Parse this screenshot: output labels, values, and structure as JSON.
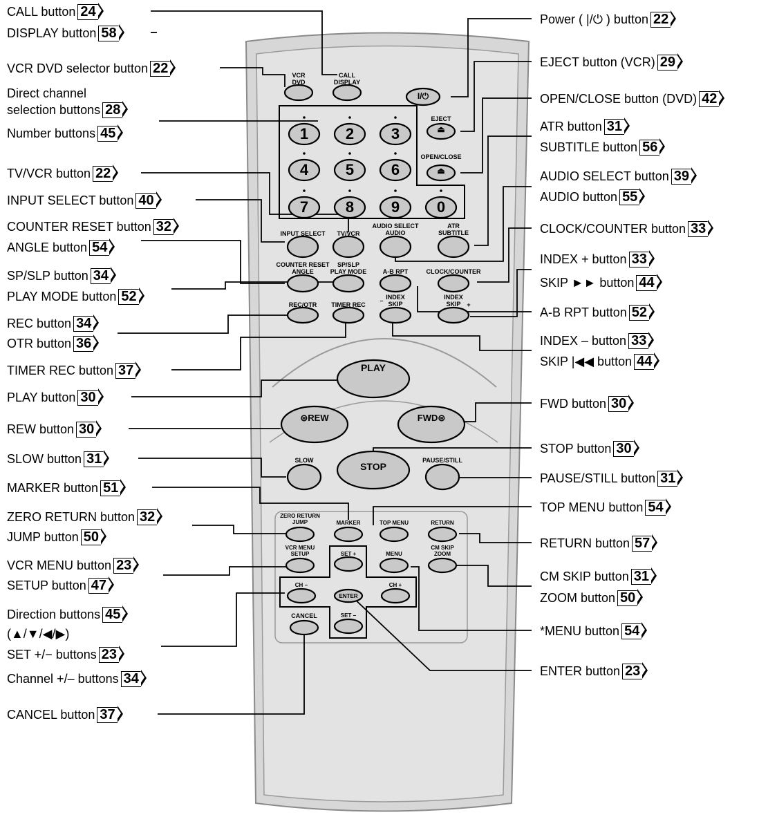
{
  "labels_left": [
    {
      "id": "call",
      "text": "CALL button",
      "page": "24"
    },
    {
      "id": "display",
      "text": "DISPLAY button",
      "page": "58"
    },
    {
      "id": "vcrdvd",
      "text": "VCR DVD selector button",
      "page": "22"
    },
    {
      "id": "direct1",
      "text": "Direct channel",
      "page": ""
    },
    {
      "id": "direct2",
      "text": "selection buttons",
      "page": "28"
    },
    {
      "id": "number",
      "text": "Number buttons",
      "page": "45"
    },
    {
      "id": "tvvcr",
      "text": "TV/VCR button",
      "page": "22"
    },
    {
      "id": "inputsel",
      "text": "INPUT SELECT button",
      "page": "40"
    },
    {
      "id": "counterreset",
      "text": "COUNTER RESET button",
      "page": "32"
    },
    {
      "id": "angle",
      "text": "ANGLE button",
      "page": "54"
    },
    {
      "id": "spslp",
      "text": "SP/SLP button",
      "page": "34"
    },
    {
      "id": "playmode",
      "text": "PLAY MODE button",
      "page": "52"
    },
    {
      "id": "rec",
      "text": "REC button",
      "page": "34"
    },
    {
      "id": "otr",
      "text": "OTR button",
      "page": "36"
    },
    {
      "id": "timerrec",
      "text": "TIMER REC button",
      "page": "37"
    },
    {
      "id": "play",
      "text": "PLAY button",
      "page": "30"
    },
    {
      "id": "rew",
      "text": "REW button",
      "page": "30"
    },
    {
      "id": "slow",
      "text": "SLOW button",
      "page": "31"
    },
    {
      "id": "marker",
      "text": "MARKER button",
      "page": "51"
    },
    {
      "id": "zeroreturn",
      "text": "ZERO RETURN button",
      "page": "32"
    },
    {
      "id": "jump",
      "text": "JUMP button",
      "page": "50"
    },
    {
      "id": "vcrmenu",
      "text": "VCR MENU button",
      "page": "23"
    },
    {
      "id": "setup",
      "text": "SETUP button",
      "page": "47"
    },
    {
      "id": "direction1",
      "text": "Direction buttons",
      "page": "45"
    },
    {
      "id": "direction2",
      "text": "(▲/▼/◀/▶)",
      "page": ""
    },
    {
      "id": "setpm",
      "text": "SET +/− buttons",
      "page": "23"
    },
    {
      "id": "channel",
      "text": "Channel +/– buttons",
      "page": "34"
    },
    {
      "id": "cancel",
      "text": "CANCEL button",
      "page": "37"
    }
  ],
  "labels_right": [
    {
      "id": "power",
      "text": "Power ( |/⏻ ) button",
      "page": "22"
    },
    {
      "id": "ejectvcr",
      "text": "EJECT button (VCR)",
      "page": "29"
    },
    {
      "id": "openclose",
      "text": "OPEN/CLOSE button (DVD)",
      "page": "42"
    },
    {
      "id": "atr",
      "text": "ATR button",
      "page": "31"
    },
    {
      "id": "subtitle",
      "text": "SUBTITLE button",
      "page": "56"
    },
    {
      "id": "audiosel",
      "text": "AUDIO SELECT button",
      "page": "39"
    },
    {
      "id": "audio",
      "text": "AUDIO button",
      "page": "55"
    },
    {
      "id": "clockcounter",
      "text": "CLOCK/COUNTER button",
      "page": "33"
    },
    {
      "id": "indexplus",
      "text": "INDEX + button",
      "page": "33"
    },
    {
      "id": "skipfwd",
      "text": "SKIP ►► button",
      "page": "44"
    },
    {
      "id": "abrpt",
      "text": "A-B RPT button",
      "page": "52"
    },
    {
      "id": "indexminus",
      "text": "INDEX – button",
      "page": "33"
    },
    {
      "id": "skipback",
      "text": "SKIP |◀◀ button",
      "page": "44"
    },
    {
      "id": "fwd",
      "text": "FWD button",
      "page": "30"
    },
    {
      "id": "stop",
      "text": "STOP button",
      "page": "30"
    },
    {
      "id": "pausestill",
      "text": "PAUSE/STILL button",
      "page": "31"
    },
    {
      "id": "topmenu",
      "text": "TOP MENU button",
      "page": "54"
    },
    {
      "id": "return",
      "text": "RETURN button",
      "page": "57"
    },
    {
      "id": "cmskip",
      "text": "CM SKIP button",
      "page": "31"
    },
    {
      "id": "zoom",
      "text": "ZOOM button",
      "page": "50"
    },
    {
      "id": "menu",
      "text": "*MENU button",
      "page": "54"
    },
    {
      "id": "enter",
      "text": "ENTER button",
      "page": "23"
    }
  ],
  "remote": {
    "vcrdvd": "VCR\nDVD",
    "calldisplay": "CALL\nDISPLAY",
    "power": "I/⏻",
    "eject": "EJECT",
    "openclose": "OPEN/CLOSE",
    "eject_glyph": "⏏",
    "numbers": [
      "1",
      "2",
      "3",
      "4",
      "5",
      "6",
      "7",
      "8",
      "9",
      "0"
    ],
    "inputselect": "INPUT SELECT",
    "tvvcr": "TV/VCR",
    "audioselect": "AUDIO SELECT\nAUDIO",
    "atrsubtitle": "ATR\nSUBTITLE",
    "counterreset": "COUNTER RESET\nANGLE",
    "spslp": "SP/SLP\nPLAY MODE",
    "abrpt": "A-B RPT",
    "clockcounter": "CLOCK/COUNTER",
    "recotr": "REC/OTR",
    "timerrec": "TIMER REC",
    "indexminus": "INDEX\nSKIP",
    "indexminus_sign": "–",
    "indexplus": "INDEX\nSKIP",
    "indexplus_sign": "+",
    "play": "PLAY",
    "rew": "⊜REW",
    "fwd": "FWD⊜",
    "stop": "STOP",
    "slow": "SLOW",
    "pausestill": "PAUSE/STILL",
    "zeroreturn": "ZERO RETURN\nJUMP",
    "marker": "MARKER",
    "topmenu": "TOP MENU",
    "return": "RETURN",
    "vcrmenu": "VCR MENU\nSETUP",
    "setplus": "SET +",
    "menu": "MENU",
    "cmskip": "CM SKIP\nZOOM",
    "chminus": "CH −",
    "chplus": "CH +",
    "enter": "ENTER",
    "cancel": "CANCEL",
    "setminus": "SET −"
  }
}
